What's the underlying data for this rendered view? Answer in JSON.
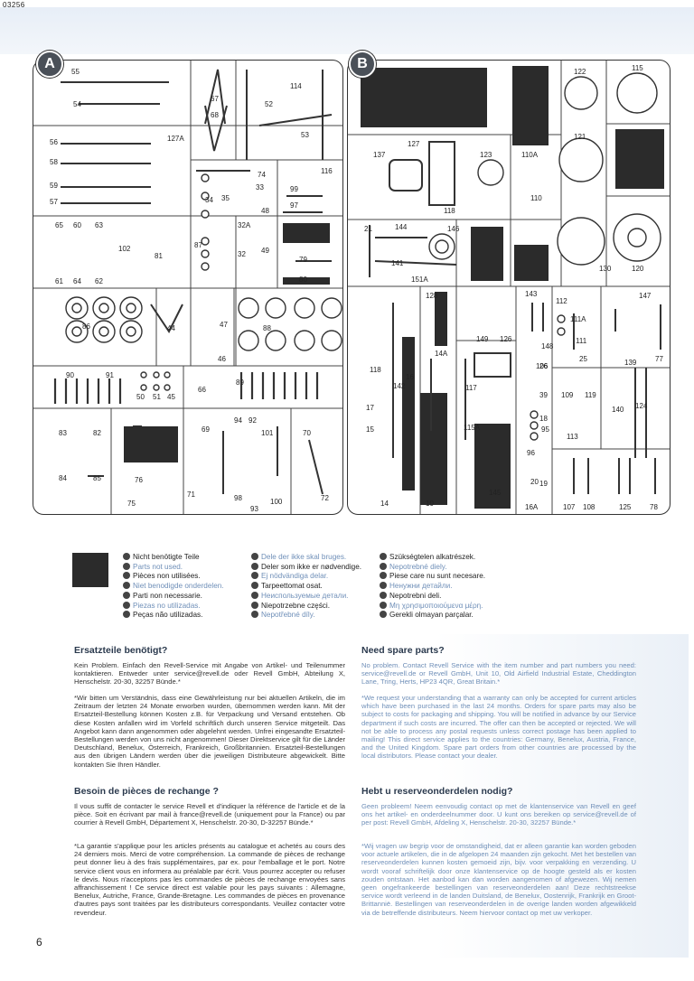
{
  "doc_id": "03256",
  "page_number": "6",
  "sprue_a": {
    "letter": "A",
    "labels": [
      "55",
      "54",
      "67",
      "68",
      "52",
      "114",
      "53",
      "56",
      "127A",
      "58",
      "59",
      "57",
      "74",
      "33",
      "34",
      "35",
      "116",
      "99",
      "97",
      "32A",
      "48",
      "87",
      "32",
      "49",
      "79",
      "80",
      "65",
      "60",
      "63",
      "102",
      "81",
      "61",
      "64",
      "62",
      "86",
      "44",
      "47",
      "46",
      "88",
      "90",
      "91",
      "50",
      "51",
      "45",
      "66",
      "89",
      "94",
      "92",
      "101",
      "70",
      "83",
      "82",
      "69",
      "84",
      "85",
      "76",
      "75",
      "71",
      "98",
      "93",
      "100",
      "72"
    ]
  },
  "sprue_b": {
    "letter": "B",
    "labels": [
      "122",
      "115",
      "121",
      "137",
      "127",
      "123",
      "110A",
      "118",
      "110",
      "21",
      "144",
      "146",
      "141",
      "151A",
      "130",
      "120",
      "128",
      "143",
      "112",
      "147",
      "111A",
      "111",
      "149",
      "126",
      "14A",
      "118",
      "16",
      "148",
      "25",
      "106",
      "139",
      "77",
      "142",
      "117",
      "26",
      "109",
      "119",
      "124",
      "140",
      "17",
      "15",
      "39",
      "18",
      "95",
      "113",
      "115A",
      "96",
      "20",
      "19",
      "145",
      "14",
      "10",
      "16A",
      "107",
      "108",
      "125",
      "78"
    ]
  },
  "legend": {
    "col1": [
      {
        "text": "Nicht benötigte Teile",
        "blue": false
      },
      {
        "text": "Parts not used.",
        "blue": true
      },
      {
        "text": "Pièces non utilisées.",
        "blue": false
      },
      {
        "text": "Niet benodigde onderdelen.",
        "blue": true
      },
      {
        "text": "Parti non necessarie.",
        "blue": false
      },
      {
        "text": "Piezas no utilizadas.",
        "blue": true
      },
      {
        "text": "Peças não utilizadas.",
        "blue": false
      }
    ],
    "col2": [
      {
        "text": "Dele der ikke skal bruges.",
        "blue": true
      },
      {
        "text": "Deler som ikke er nødvendige.",
        "blue": false
      },
      {
        "text": "Ej nödvändiga delar.",
        "blue": true
      },
      {
        "text": "Tarpeettomat osat.",
        "blue": false
      },
      {
        "text": "Неиспользуемые детали.",
        "blue": true
      },
      {
        "text": "Niepotrzebne części.",
        "blue": false
      },
      {
        "text": "Nepotřebné díly.",
        "blue": true
      }
    ],
    "col3": [
      {
        "text": "Szükségtelen alkatrészek.",
        "blue": false
      },
      {
        "text": "Nepotrebné diely.",
        "blue": true
      },
      {
        "text": "Piese care nu sunt necesare.",
        "blue": false
      },
      {
        "text": "Ненужни детайли.",
        "blue": true
      },
      {
        "text": "Nepotrebni deli.",
        "blue": false
      },
      {
        "text": "Μη χρησιμοποιούμενα μέρη.",
        "blue": true
      },
      {
        "text": "Gerekli olmayan parçalar.",
        "blue": false
      }
    ]
  },
  "sections": {
    "de_title": "Ersatzteile benötigt?",
    "de_p1": "Kein Problem. Einfach den Revell-Service mit Angabe von Artikel- und Teilenummer kontaktieren. Entweder unter service@revell.de oder Revell GmbH, Abteilung X, Henschelstr. 20-30, 32257 Bünde.*",
    "de_p2": "*Wir bitten um Verständnis, dass eine Gewährleistung nur bei aktuellen Artikeln, die im Zeitraum der letzten 24 Monate erworben wurden, übernommen werden kann. Mit der Ersatzteil-Bestellung können Kosten z.B. für Verpackung und Versand entstehen. Ob diese Kosten anfallen wird im Vorfeld schriftlich durch unseren Service mitgeteilt. Das Angebot kann dann angenommen oder abgelehnt werden. Unfrei eingesandte Ersatzteil-Bestellungen werden von uns nicht angenommen! Dieser Direktservice gilt für die Länder Deutschland, Benelux, Österreich, Frankreich, Großbritannien. Ersatzteil-Bestellungen aus den übrigen Ländern werden über die jeweiligen Distributeure abgewickelt. Bitte kontakten Sie Ihren Händler.",
    "en_title": "Need spare parts?",
    "en_p1": "No problem. Contact Revell Service with the item number and part numbers you need: service@revell.de or Revell GmbH, Unit 10, Old Airfield Industrial Estate, Cheddington Lane, Tring, Herts, HP23 4QR, Great Britain.*",
    "en_p2": "*We request your understanding that a warranty can only be accepted for current articles which have been purchased in the last 24 months. Orders for spare parts may also be subject to costs for packaging and shipping. You will be notified in advance by our Service department if such costs are incurred. The offer can then be accepted or rejected. We will not be able to process any postal requests unless correct postage has been applied to mailing! This direct service applies to the countries: Germany, Benelux, Austria, France, and the United Kingdom. Spare part orders from other countries are processed by the local distributors. Please contact your dealer.",
    "fr_title": "Besoin de pièces de rechange ?",
    "fr_p1": "Il vous suffit de contacter le service Revell et d'indiquer la référence de l'article et de la pièce. Soit en écrivant par mail à france@revell.de (uniquement pour la France) ou par courrier à Revell GmbH, Département X, Henschelstr. 20-30, D-32257 Bünde.*",
    "fr_p2": "*La garantie s'applique pour les articles présents au catalogue et achetés au cours des 24 derniers mois. Merci de votre compréhension. La commande de pièces de rechange peut donner lieu à des frais supplémentaires, par ex. pour l'emballage et le port. Notre service client vous en informera au préalable par écrit. Vous pourrez accepter ou refuser le devis. Nous n'acceptons pas les commandes de pièces de rechange envoyées sans affranchissement ! Ce service direct est valable pour les pays suivants : Allemagne, Benelux, Autriche, France, Grande-Bretagne. Les commandes de pièces en provenance d'autres pays sont traitées par les distributeurs correspondants. Veuillez contacter votre revendeur.",
    "nl_title": "Hebt u reserveonderdelen nodig?",
    "nl_p1": "Geen probleem! Neem eenvoudig contact op met de klantenservice van Revell en geef ons het artikel- en onderdeelnummer door. U kunt ons bereiken op service@revell.de of per post: Revell GmbH, Afdeling X, Henschelstr. 20-30, 32257 Bünde.*",
    "nl_p2": "*Wij vragen uw begrip voor de omstandigheid, dat er alleen garantie kan worden geboden voor actuele artikelen, die in de afgelopen 24 maanden zijn gekocht. Met het bestellen van reserveonderdelen kunnen kosten gemoeid zijn, bijv. voor verpakking en verzending. U wordt vooraf schriftelijk door onze klantenservice op de hoogte gesteld als er kosten zouden ontstaan. Het aanbod kan dan worden aangenomen of afgewezen. Wij nemen geen ongefrankeerde bestellingen van reserveonderdelen aan! Deze rechtstreekse service wordt verleend in de landen Duitsland, de Benelux, Oostenrijk, Frankrijk en Groot-Brittannië. Bestellingen van reserveonderdelen in de overige landen worden afgewikkeld via de betreffende distributeurs. Neem hiervoor contact op met uw verkoper."
  }
}
